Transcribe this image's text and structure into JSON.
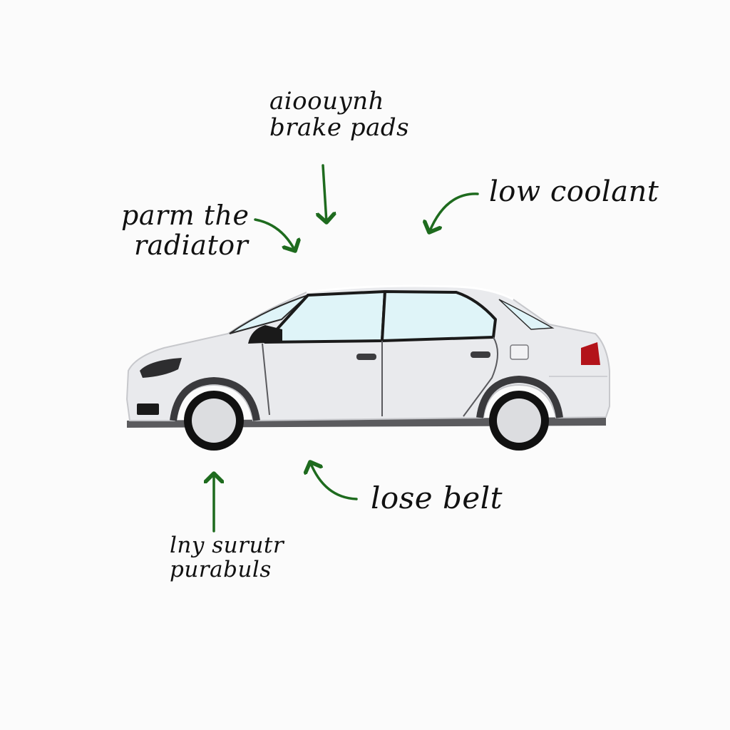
{
  "labels": {
    "top_note": {
      "line1": "aioouynh",
      "line2": "brake pads"
    },
    "left_note": {
      "line1": "parm the",
      "line2": "radiator"
    },
    "right_note": "low coolant",
    "bottom_right_note": "lose belt",
    "bottom_left_note": {
      "line1": "lny surutr",
      "line2": "purabuls"
    }
  },
  "colors": {
    "arrow": "#1e6b1e",
    "car_body": "#e9eaed",
    "car_outline": "#2b2b2b",
    "window": "#dff4f8",
    "tail_light": "#b3131a",
    "tire": "#111111",
    "rim": "#dcdde0"
  },
  "icons": [
    "car-illustration",
    "arrow-icon"
  ]
}
